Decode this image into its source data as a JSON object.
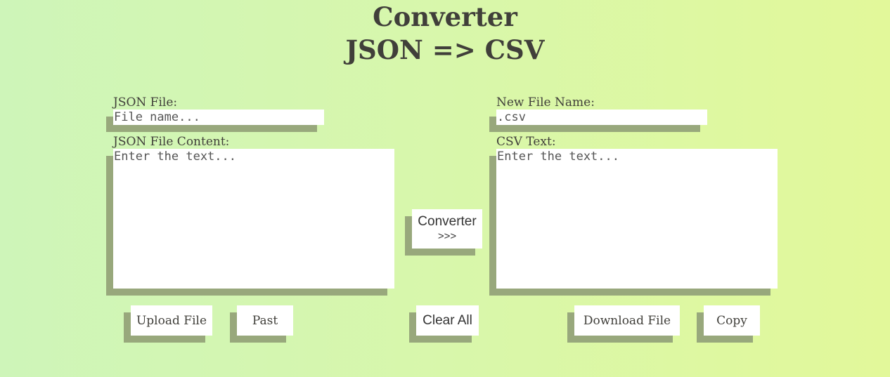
{
  "header": {
    "title_line1": "Converter",
    "title_line2": "JSON => CSV"
  },
  "left": {
    "file_label": "JSON File:",
    "file_placeholder": "File name...",
    "content_label": "JSON File Content:",
    "content_placeholder": "Enter the text...",
    "upload_label": "Upload File",
    "paste_label": "Past"
  },
  "middle": {
    "convert_label": "Converter",
    "convert_arrows": ">>>",
    "clear_label": "Clear All"
  },
  "right": {
    "name_label": "New File Name:",
    "name_value": ".csv",
    "csv_label": "CSV Text:",
    "csv_placeholder": "Enter the text...",
    "download_label": "Download File",
    "copy_label": "Copy"
  },
  "colors": {
    "shadow": "#98a87c",
    "text": "#403f3a",
    "background_start": "#cef5b9",
    "background_end": "#e2f89a"
  }
}
